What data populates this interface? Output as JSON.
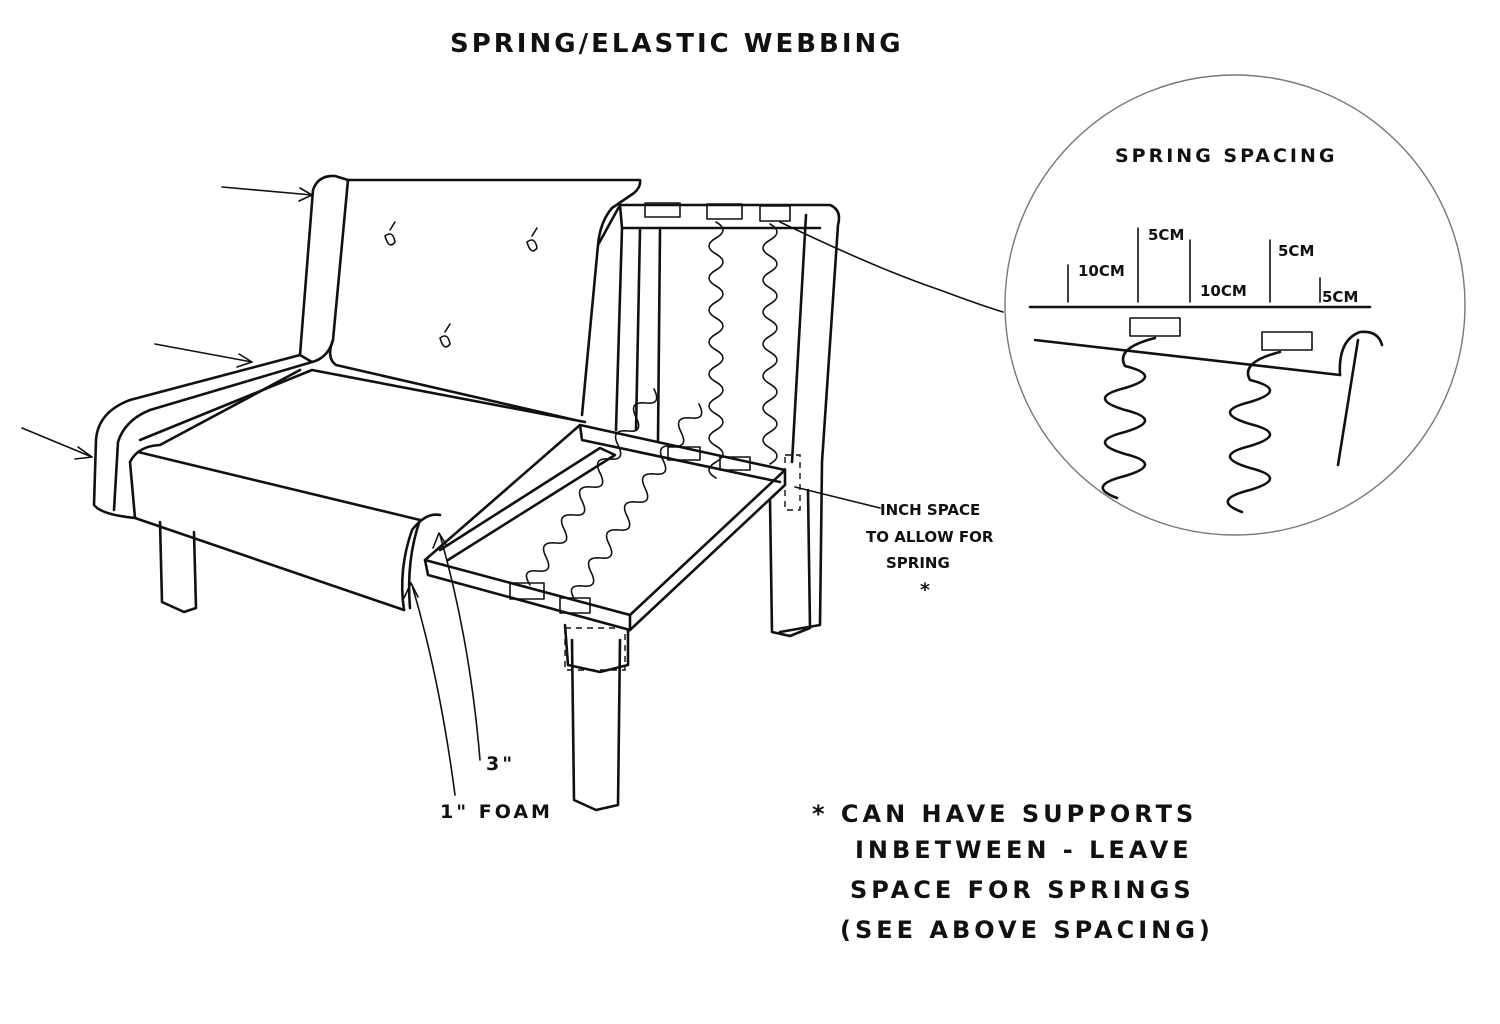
{
  "title": "SPRING/ELASTIC WEBBING",
  "detail": {
    "title": "SPRING SPACING",
    "dims": [
      "10CM",
      "5CM",
      "10CM",
      "5CM",
      "5CM"
    ]
  },
  "labels": {
    "space_note": [
      "INCH SPACE",
      "TO ALLOW FOR",
      "SPRING"
    ],
    "asterisk": "*",
    "foam_1": "1\" FOAM",
    "foam_3": "3\""
  },
  "footnote": [
    "* CAN HAVE SUPPORTS",
    "INBETWEEN - LEAVE",
    "SPACE FOR SPRINGS",
    "(SEE ABOVE SPACING)"
  ]
}
